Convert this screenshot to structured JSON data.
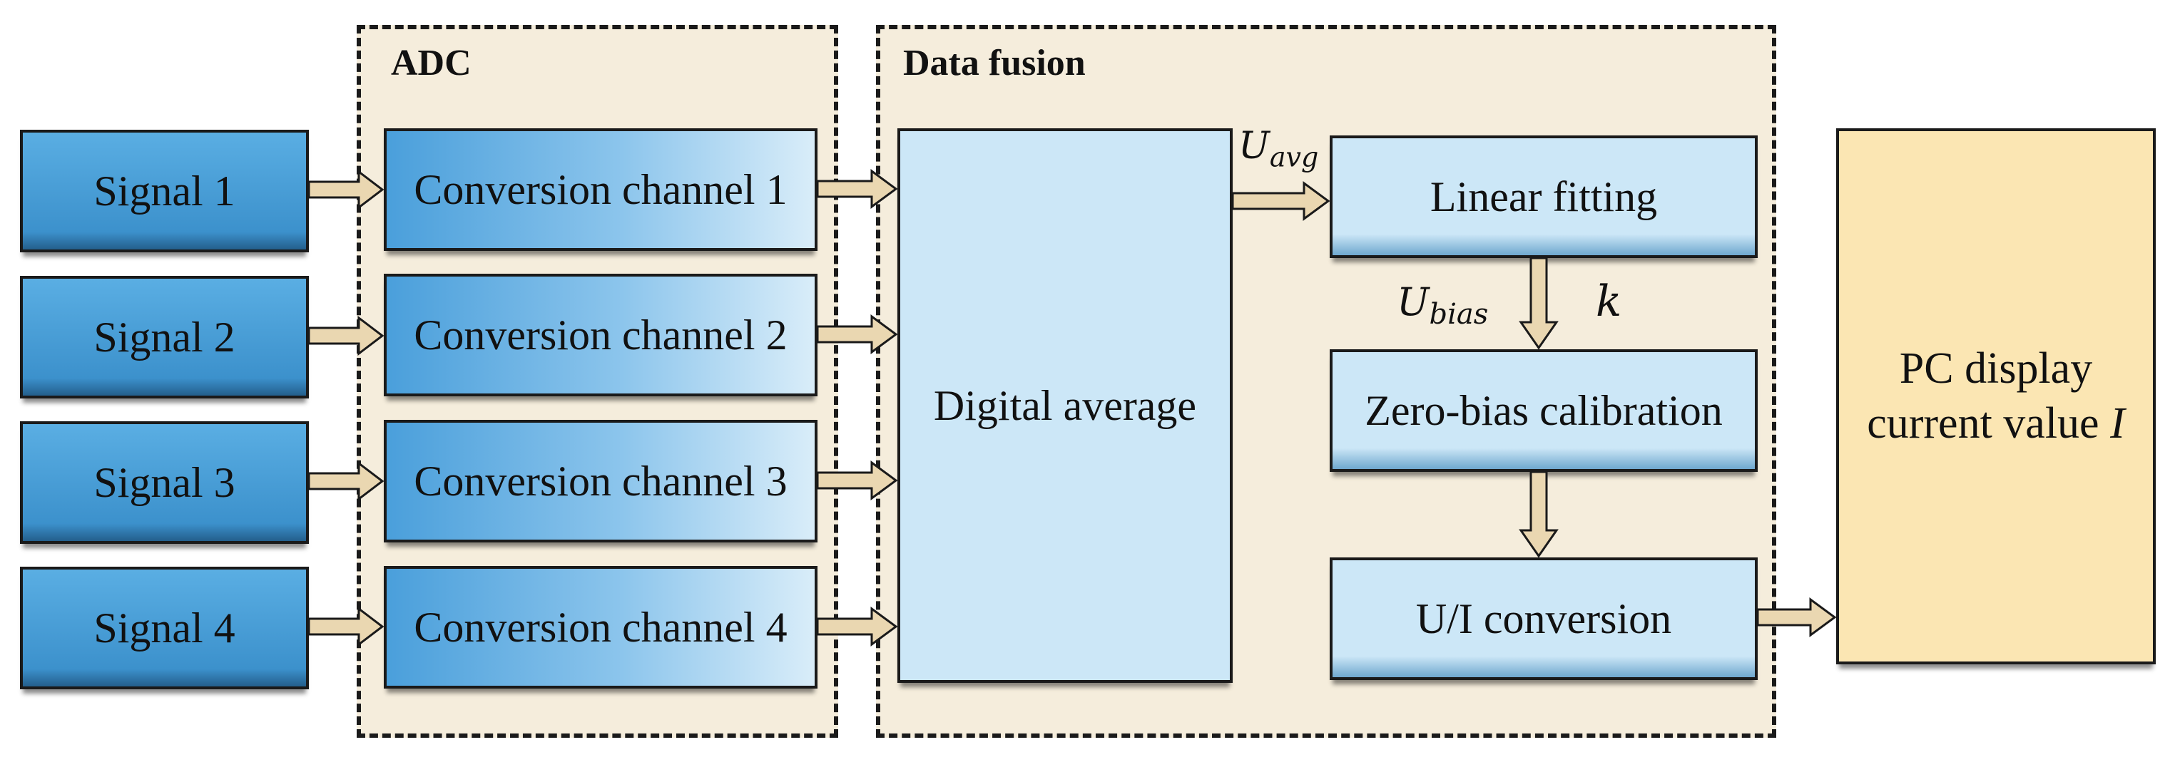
{
  "groups": {
    "adc": "ADC",
    "fusion": "Data fusion"
  },
  "signals": [
    "Signal 1",
    "Signal 2",
    "Signal 3",
    "Signal 4"
  ],
  "channels": [
    "Conversion channel 1",
    "Conversion channel 2",
    "Conversion channel 3",
    "Conversion channel 4"
  ],
  "blocks": {
    "digital_average": "Digital average",
    "linear_fitting": "Linear fitting",
    "zero_bias": "Zero-bias calibration",
    "ui_conversion": "U/I conversion",
    "pc_display_line1": "PC display",
    "pc_display_line2": "current value ",
    "pc_display_var": "I"
  },
  "labels": {
    "u_base": "U",
    "u_avg_sub": "avg",
    "u_bias_sub": "bias",
    "k": "k"
  },
  "colors": {
    "group_fill": "#f5eddc",
    "signal_blue": "#4a9fdb",
    "light_blue": "#cce7f7",
    "pc_fill": "#fbe6b3",
    "arrow_fill": "#ead7b1"
  }
}
